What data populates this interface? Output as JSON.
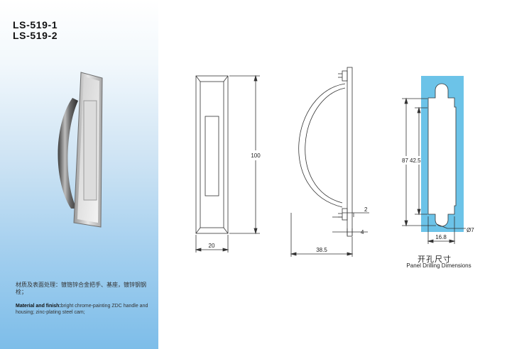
{
  "models": [
    "LS-519-1",
    "LS-519-2"
  ],
  "material": {
    "cn": "材质及表面处理：镀铬锌合金把手、基座，镀锌钢钢栓；",
    "en_label": "Material and finish:",
    "en_text": "bright chrome-painting ZDC handle and housing; zinc-plating steel cam;"
  },
  "dimensions": {
    "height": "100",
    "width": "20",
    "depth": "38.5",
    "gap": "2",
    "thickness": "4",
    "cut_height": "87",
    "cut_inner": "42.5",
    "cut_width": "16.8",
    "hole": "Ø7"
  },
  "caption": {
    "cn": "开孔尺寸",
    "en": "Panel Drilling Dimensions"
  },
  "colors": {
    "panel_blue": "#6cc3e8",
    "gradient_blue": "#7dbde9"
  }
}
